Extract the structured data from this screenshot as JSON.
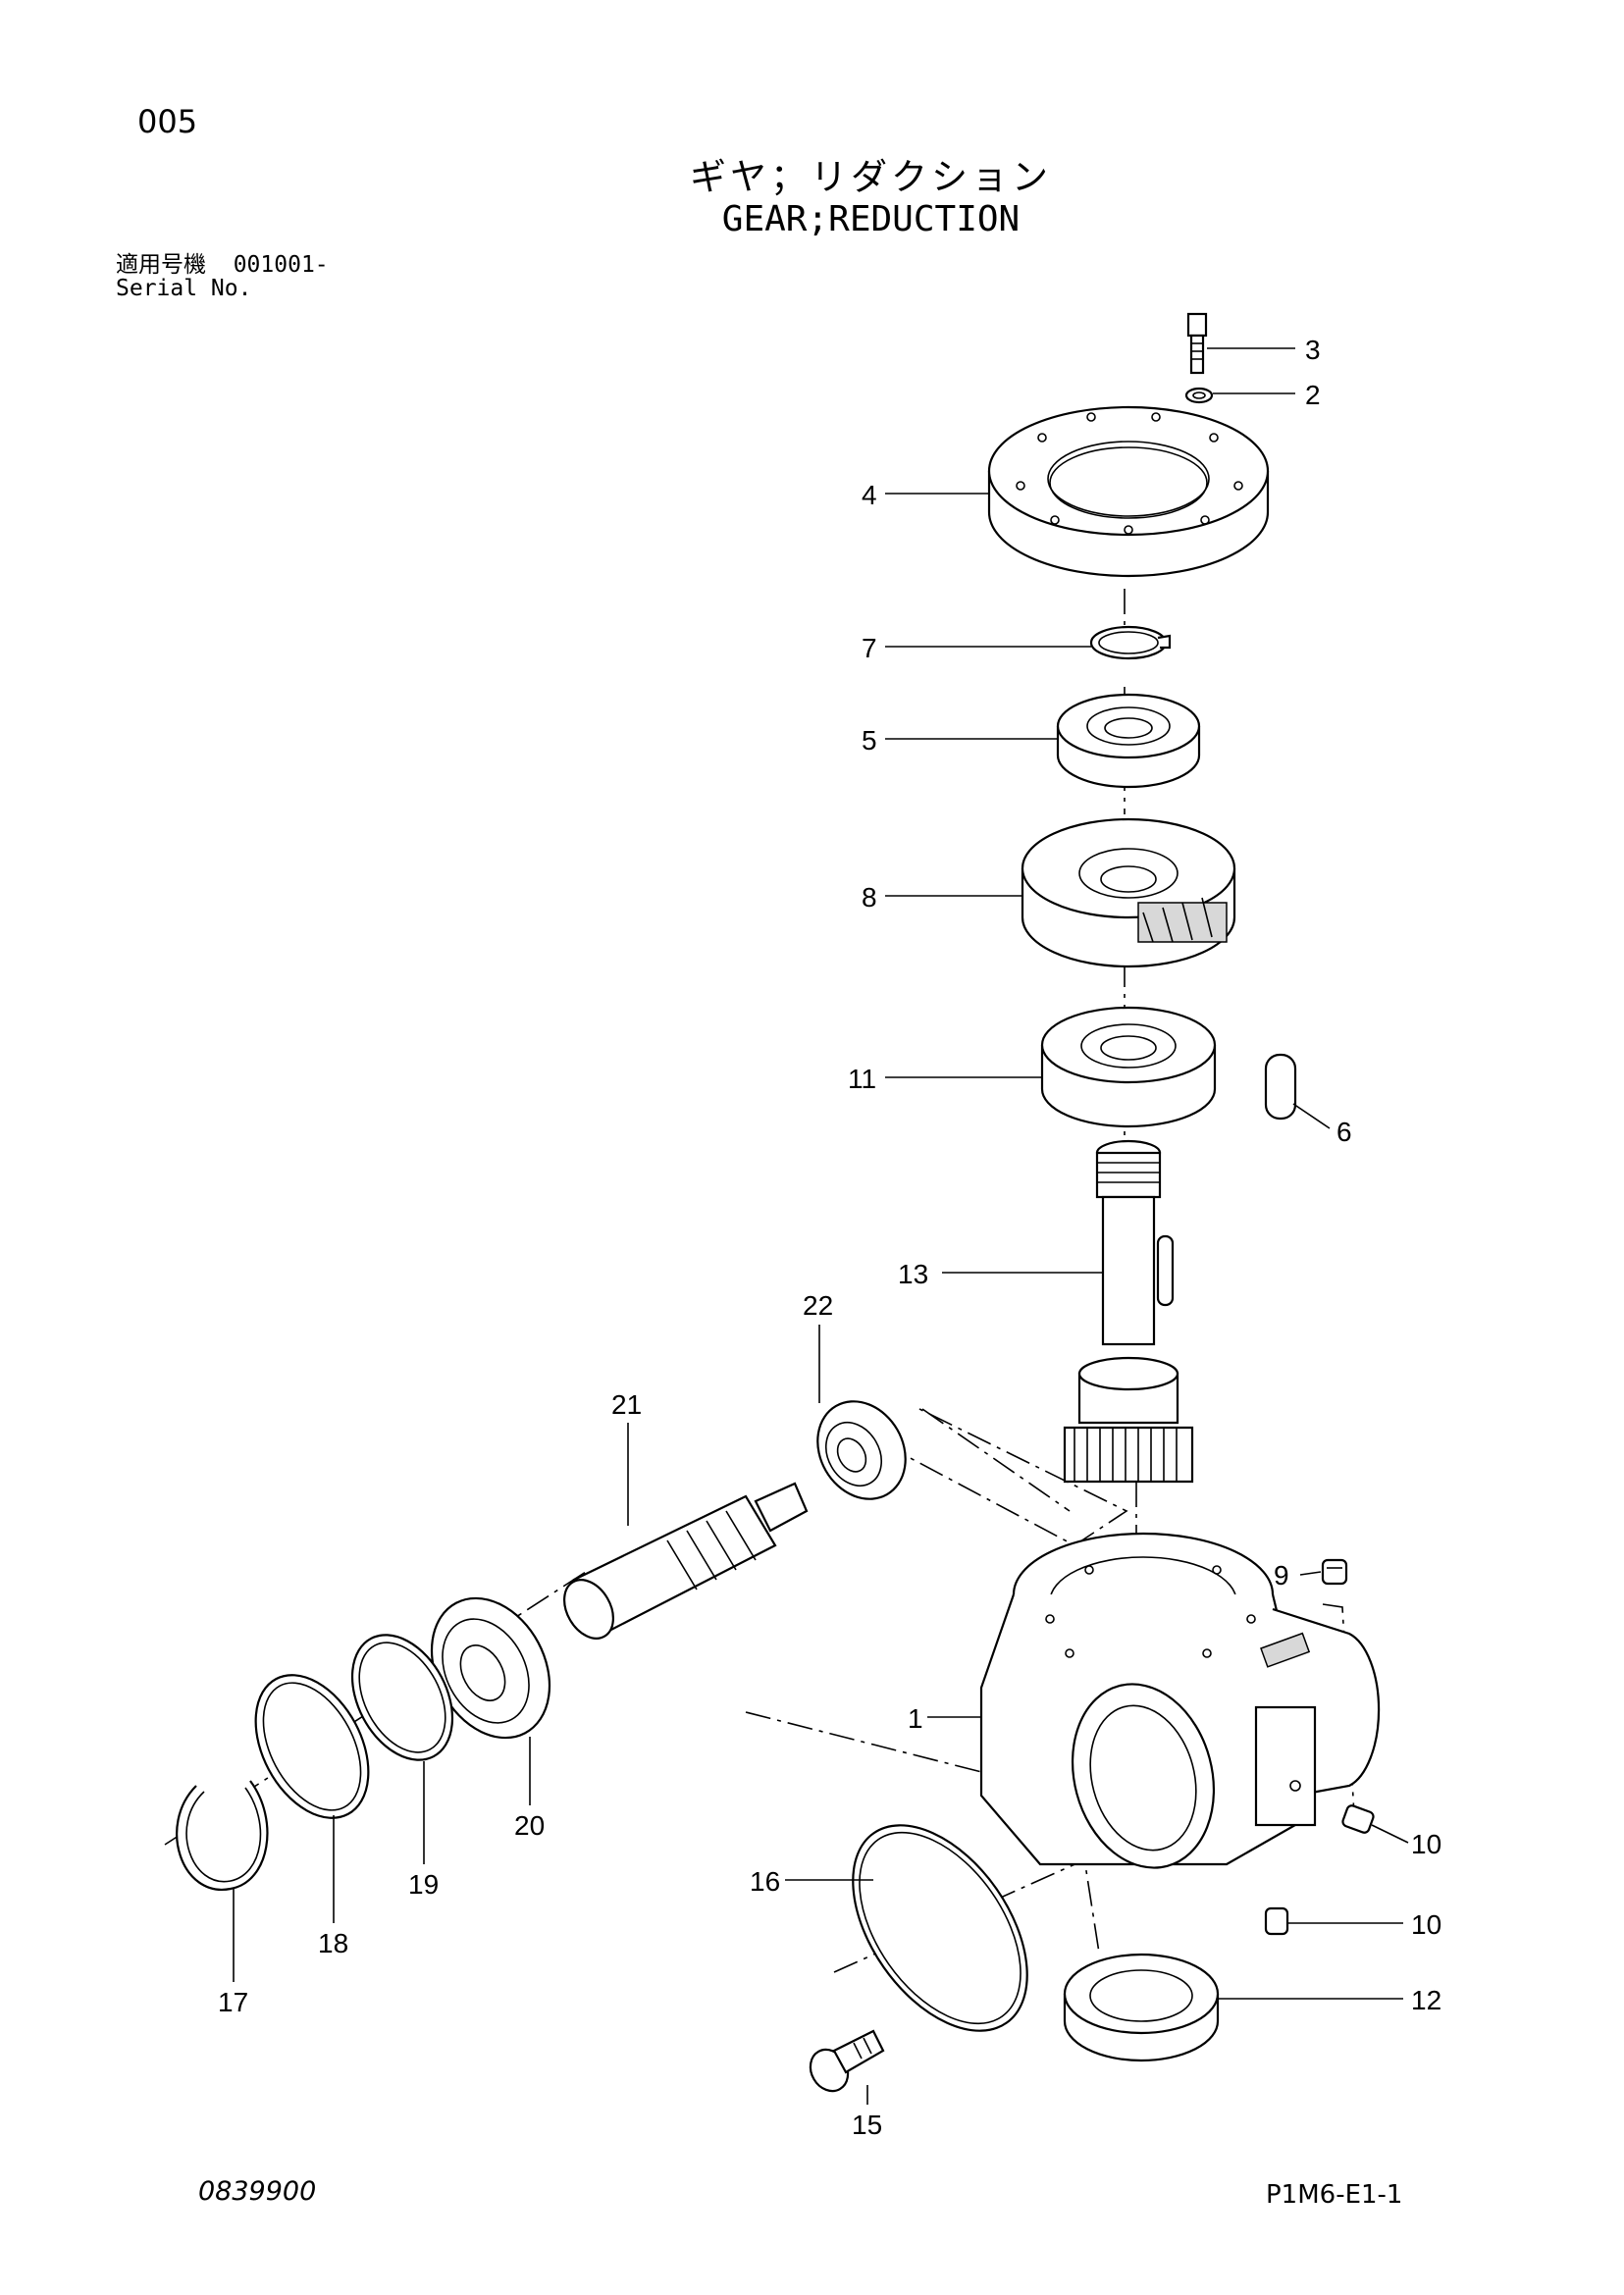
{
  "header": {
    "page_number": "005",
    "title_jp": "ギヤ；リダクション",
    "title_en": "GEAR;REDUCTION",
    "serial_label_jp": "適用号機",
    "serial_value": "001001-",
    "serial_label_en": "Serial No."
  },
  "callouts": [
    {
      "id": "c3",
      "label": "3",
      "part": "bolt"
    },
    {
      "id": "c2",
      "label": "2",
      "part": "washer"
    },
    {
      "id": "c4",
      "label": "4",
      "part": "cover"
    },
    {
      "id": "c7",
      "label": "7",
      "part": "snap-ring"
    },
    {
      "id": "c5",
      "label": "5",
      "part": "bearing"
    },
    {
      "id": "c8",
      "label": "8",
      "part": "worm-wheel"
    },
    {
      "id": "c11",
      "label": "11",
      "part": "bearing"
    },
    {
      "id": "c6",
      "label": "6",
      "part": "key"
    },
    {
      "id": "c13",
      "label": "13",
      "part": "shaft"
    },
    {
      "id": "c22",
      "label": "22",
      "part": "bearing"
    },
    {
      "id": "c21",
      "label": "21",
      "part": "worm-shaft"
    },
    {
      "id": "c9",
      "label": "9",
      "part": "plug"
    },
    {
      "id": "c1",
      "label": "1",
      "part": "housing"
    },
    {
      "id": "c10a",
      "label": "10",
      "part": "plug"
    },
    {
      "id": "c10b",
      "label": "10",
      "part": "plug"
    },
    {
      "id": "c16",
      "label": "16",
      "part": "o-ring"
    },
    {
      "id": "c12",
      "label": "12",
      "part": "seal"
    },
    {
      "id": "c15",
      "label": "15",
      "part": "bolt"
    },
    {
      "id": "c20",
      "label": "20",
      "part": "bearing"
    },
    {
      "id": "c19",
      "label": "19",
      "part": "o-ring"
    },
    {
      "id": "c18",
      "label": "18",
      "part": "ring"
    },
    {
      "id": "c17",
      "label": "17",
      "part": "snap-ring"
    }
  ],
  "footer": {
    "doc_number": "0839900",
    "page_code": "P1M6-E1-1"
  }
}
